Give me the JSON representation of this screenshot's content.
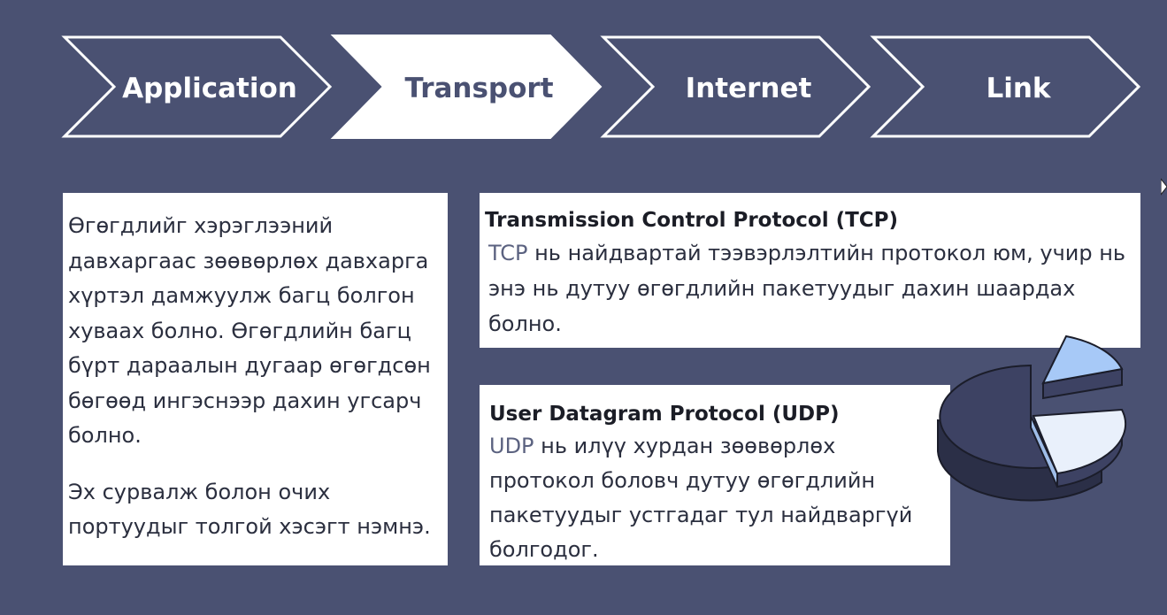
{
  "steps": [
    "Application",
    "Transport",
    "Internet",
    "Link"
  ],
  "active_step": "Transport",
  "left_card": {
    "para1": "Өгөгдлийг хэрэглээний давхаргаас зөөвөрлөх давхарга хүртэл дамжуулж багц болгон хуваах болно. Өгөгдлийн багц бүрт дараалын дугаар өгөгдсөн бөгөөд ингэснээр дахин угсарч болно.",
    "para2": "Эх сурвалж болон очих портуудыг толгой хэсэгт нэмнэ."
  },
  "tcp": {
    "title": "Transmission Control Protocol (TCP)",
    "abbr": "TCP",
    "body": " нь найдвартай тээвэрлэлтийн протокол юм, учир нь энэ нь дутуу өгөгдлийн пакетуудыг дахин шаардах болно."
  },
  "udp": {
    "title": "User Datagram Protocol (UDP)",
    "abbr": "UDP",
    "body": " нь илүү хурдан зөөвөрлөх протокол боловч дутуу өгөгдлийн пакетуудыг устгадаг тул найдваргүй болгодог."
  },
  "colors": {
    "background": "#4a5172",
    "chevron_outline": "#ffffff",
    "active_fill": "#ffffff",
    "pie_dark": "#3d4263",
    "pie_light": "#e9f0fb",
    "pie_blue": "#a7c9f7"
  }
}
